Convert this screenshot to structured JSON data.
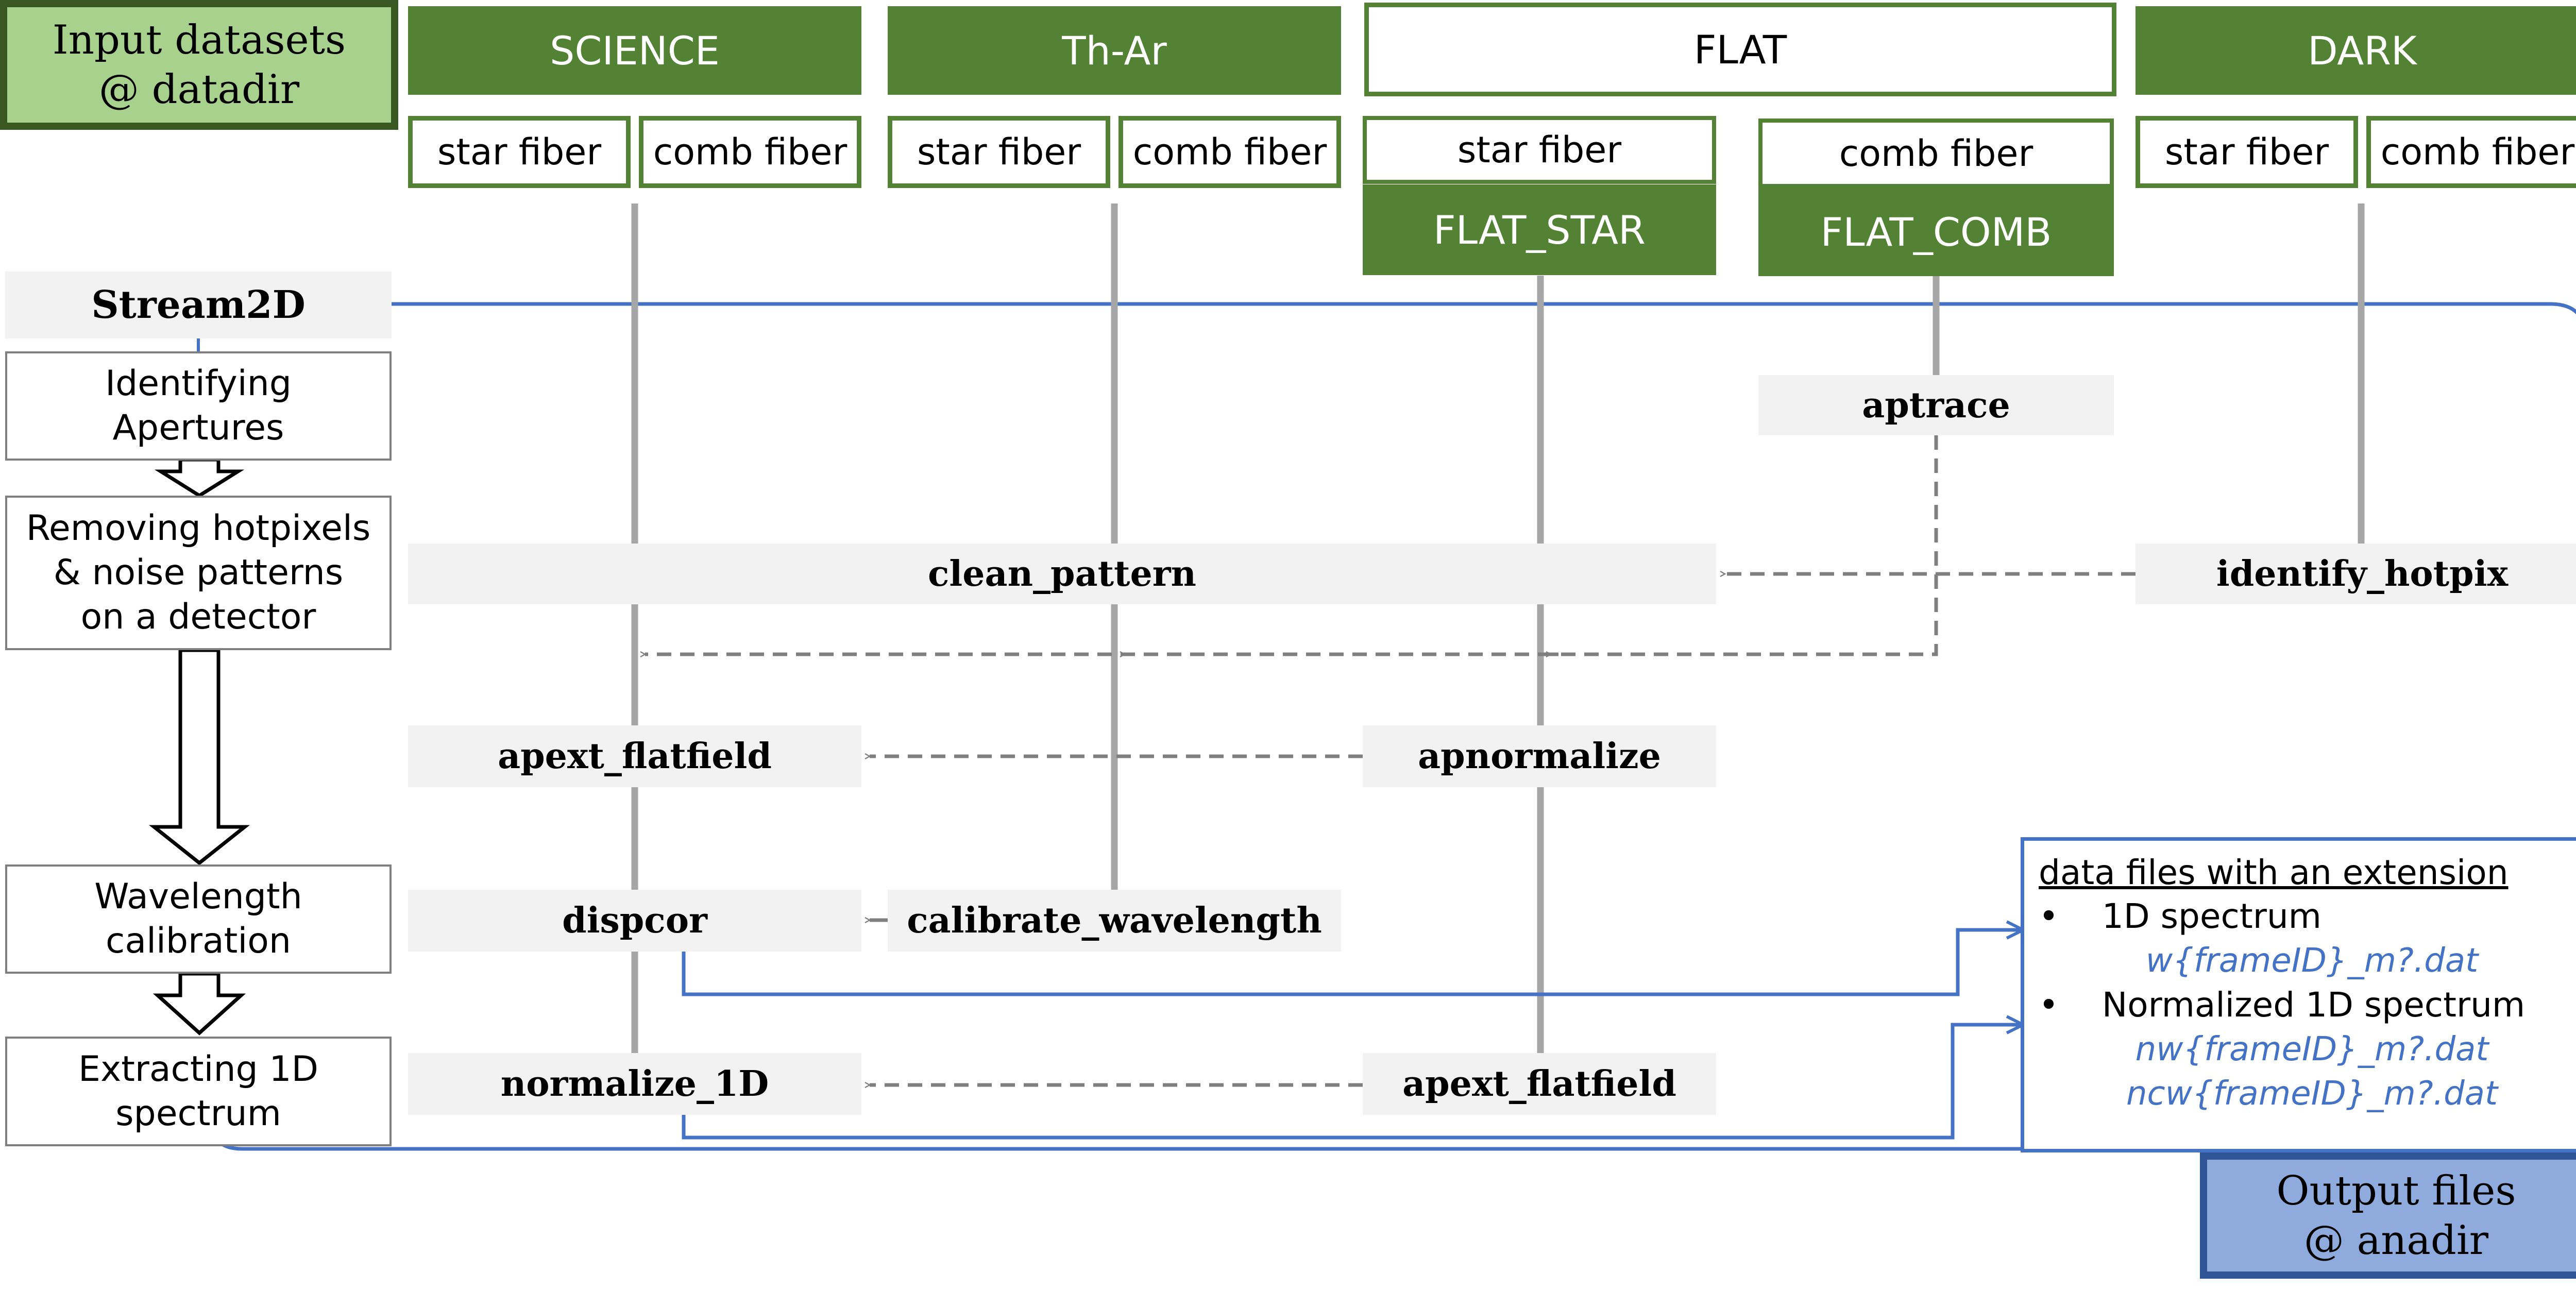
{
  "input_box": {
    "line1": "Input datasets",
    "line2": "@ datadir"
  },
  "output_box": {
    "line1": "Output files",
    "line2": "@ anadir"
  },
  "datasets": {
    "science": {
      "label": "SCIENCE",
      "star": "star fiber",
      "comb": "comb fiber"
    },
    "thar": {
      "label": "Th-Ar",
      "star": "star fiber",
      "comb": "comb fiber"
    },
    "flat": {
      "label": "FLAT",
      "star": "star fiber",
      "comb": "comb fiber",
      "star_product": "FLAT_STAR",
      "comb_product": "FLAT_COMB"
    },
    "dark": {
      "label": "DARK",
      "star": "star fiber",
      "comb": "comb fiber"
    }
  },
  "stream": {
    "label": "Stream2D"
  },
  "steps": [
    {
      "line1": "Identifying",
      "line2": "Apertures",
      "line3": ""
    },
    {
      "line1": "Removing hotpixels",
      "line2": "& noise patterns",
      "line3": "on a detector"
    },
    {
      "line1": "Wavelength",
      "line2": "calibration",
      "line3": ""
    },
    {
      "line1": "Extracting 1D",
      "line2": "spectrum",
      "line3": ""
    }
  ],
  "tasks": {
    "aptrace": "aptrace",
    "clean_pattern": "clean_pattern",
    "identify_hotpix": "identify_hotpix",
    "apext_flatfield_science": "apext_flatfield",
    "apnormalize": "apnormalize",
    "dispcor": "dispcor",
    "calibrate_wavelength": "calibrate_wavelength",
    "normalize_1d": "normalize_1D",
    "apext_flatfield_flat": "apext_flatfield"
  },
  "outputs": {
    "title": "data files with an extension",
    "bullet1": "1D spectrum",
    "file1": "w{frameID}_m?.dat",
    "bullet2": "Normalized 1D spectrum",
    "file2": "nw{frameID}_m?.dat",
    "file3": "ncw{frameID}_m?.dat"
  },
  "colors": {
    "header_green": "#548235",
    "input_fill": "#a9d18e",
    "output_fill": "#8faadc",
    "stream_blue": "#4472c4",
    "flow_gray": "#7f7f7f",
    "task_fill": "#f2f2f2"
  }
}
